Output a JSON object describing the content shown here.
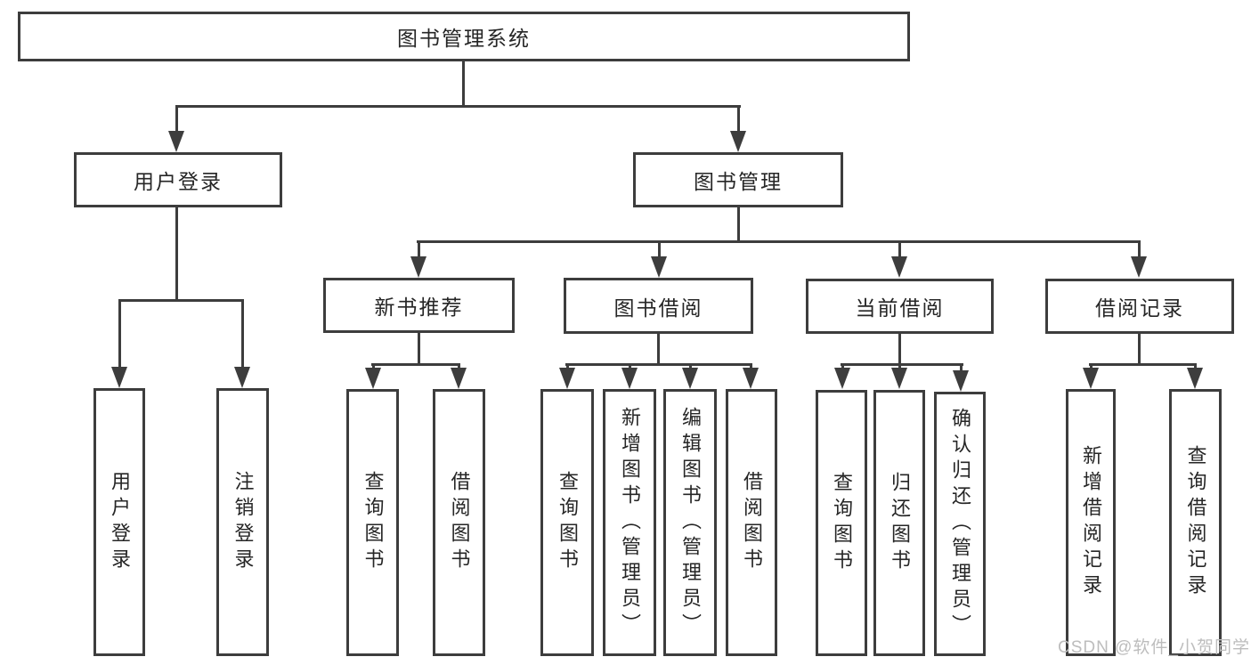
{
  "diagram_title": "图书管理系统",
  "hierarchy": {
    "label": "图书管理系统",
    "children": [
      {
        "label": "用户登录",
        "children": [
          {
            "label": "用户登录"
          },
          {
            "label": "注销登录"
          }
        ]
      },
      {
        "label": "图书管理",
        "children": [
          {
            "label": "新书推荐",
            "children": [
              {
                "label": "查询图书"
              },
              {
                "label": "借阅图书"
              }
            ]
          },
          {
            "label": "图书借阅",
            "children": [
              {
                "label": "查询图书"
              },
              {
                "label": "新增图书（管理员）"
              },
              {
                "label": "编辑图书（管理员）"
              },
              {
                "label": "借阅图书"
              }
            ]
          },
          {
            "label": "当前借阅",
            "children": [
              {
                "label": "查询图书"
              },
              {
                "label": "归还图书"
              },
              {
                "label": "确认归还（管理员）"
              }
            ]
          },
          {
            "label": "借阅记录",
            "children": [
              {
                "label": "新增借阅记录"
              },
              {
                "label": "查询借阅记录"
              }
            ]
          }
        ]
      }
    ]
  },
  "watermark": "CSDN @软件_小贺同学",
  "colors": {
    "line": "#3d3d3d",
    "text": "#262626",
    "background": "#ffffff",
    "watermark": "#bdbdbd"
  }
}
